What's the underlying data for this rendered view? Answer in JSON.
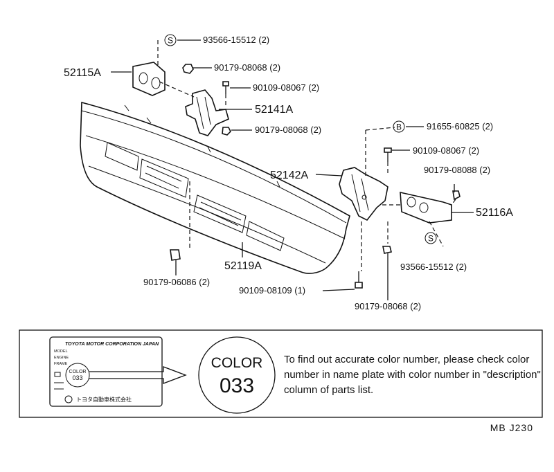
{
  "callouts": {
    "bracket_left": "52115A",
    "screw_top_left": "93566-15512 (2)",
    "nut_top_left": "90179-08068 (2)",
    "bolt_left": "90109-08067 (2)",
    "bracket_inner_left": "52141A",
    "nut_left_lower": "90179-08068 (2)",
    "screw_right_top": "91655-60825 (2)",
    "bolt_right": "90109-08067 (2)",
    "bracket_inner_right": "52142A",
    "nut_right": "90179-08088 (2)",
    "bracket_right": "52116A",
    "bumper_cover": "52119A",
    "nut_bottom_left": "90179-06086 (2)",
    "screw_right_bottom": "93566-15512 (2)",
    "bolt_bottom": "90109-08109 (1)",
    "nut_bottom_right": "90179-08068 (2)"
  },
  "markers": {
    "s": "S",
    "b": "B"
  },
  "color_box": {
    "plate_header": "TOYOTA MOTOR CORPORATION JAPAN",
    "plate_rows": [
      "MODEL",
      "ENGINE",
      "FRAME"
    ],
    "plate_color_word": "COLOR",
    "plate_color_code": "033",
    "plate_footer": "トヨタ自動車株式会社",
    "big_color_word": "COLOR",
    "big_color_code": "033",
    "note": "To find out accurate color number, please check color number in name plate with color number in \"description\" column of parts list."
  },
  "figure_code": "MB  J230"
}
